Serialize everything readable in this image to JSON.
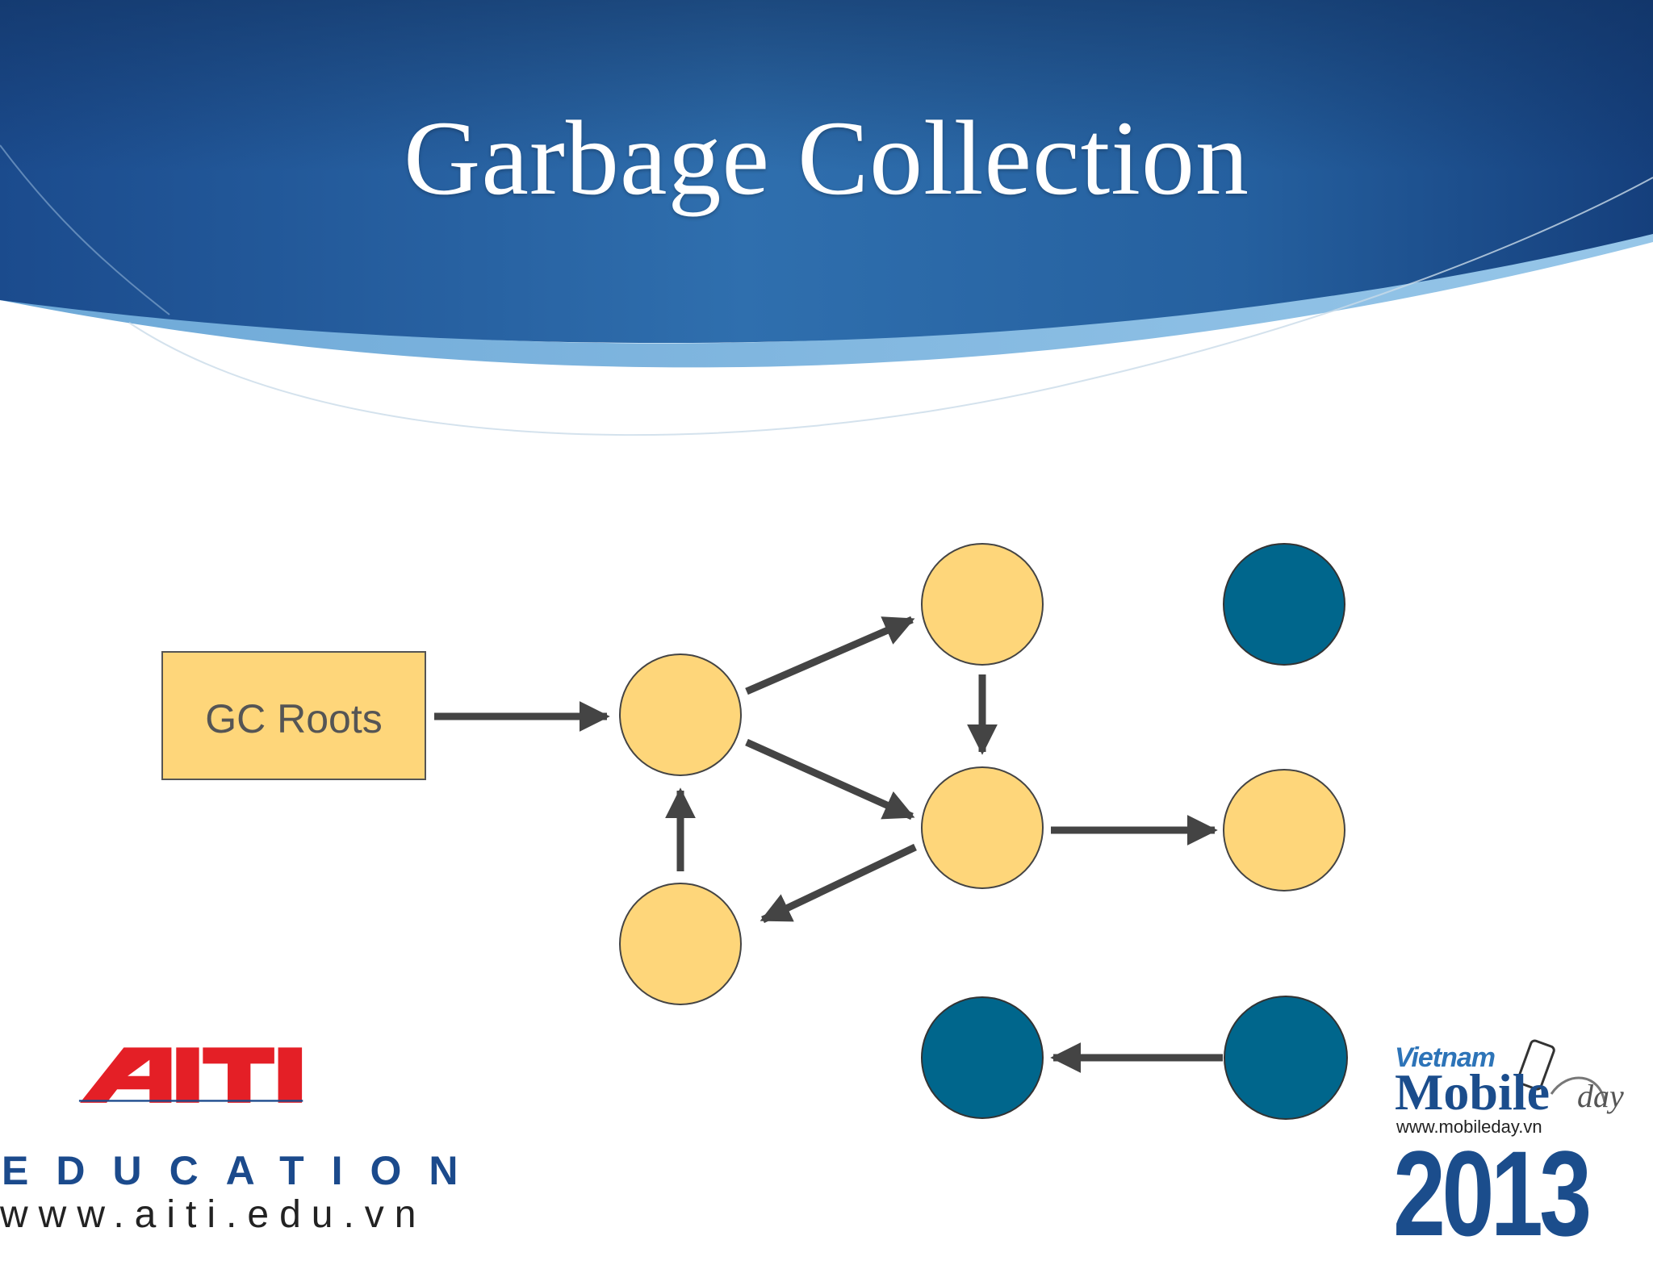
{
  "slide": {
    "title": "Garbage Collection"
  },
  "diagram": {
    "root_label": "GC Roots",
    "colors": {
      "reachable": "#fed67a",
      "unreachable": "#00668c",
      "root_box": "#fed67a",
      "arrow": "#444444",
      "node_stroke": "#444444"
    }
  },
  "logos": {
    "aiti": {
      "wordmark": "AITI",
      "line2": "EDUCATION",
      "url": "www.aiti.edu.vn",
      "colors": {
        "red": "#e41f26",
        "blue": "#1b4a8c"
      }
    },
    "vmd": {
      "line1": "Vietnam",
      "line2": "Mobile",
      "script": "day",
      "url": "www.mobileday.vn",
      "year": "2013"
    }
  }
}
